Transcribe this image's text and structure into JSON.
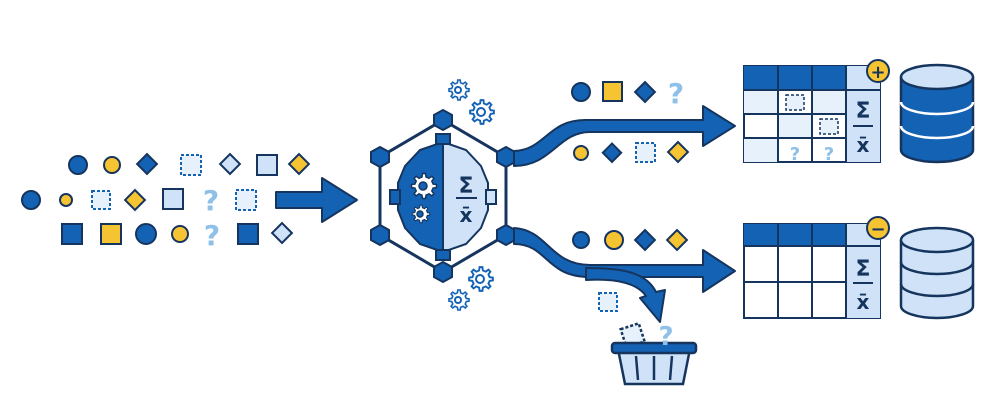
{
  "glyphs": {
    "question": "?",
    "sigma": "Σ",
    "xbar": "x̄",
    "plus": "+",
    "minus": "−"
  },
  "colors": {
    "dark_blue": "#1462b4",
    "mid_blue": "#2a74c4",
    "light_blue": "#cfe2f7",
    "pale_blue": "#e7f1fb",
    "question_blue": "#8ec0e8",
    "yellow": "#f6c432",
    "outline": "#15355f",
    "white": "#ffffff"
  },
  "icons": [
    "input-data-shapes",
    "flow-arrow",
    "processing-hexagon-gear",
    "gear-icon",
    "sum-icon",
    "mean-icon",
    "split-arrows",
    "valid-data-table",
    "rejected-data-table",
    "database-icon",
    "plus-badge-icon",
    "minus-badge-icon",
    "discard-basket-icon"
  ]
}
